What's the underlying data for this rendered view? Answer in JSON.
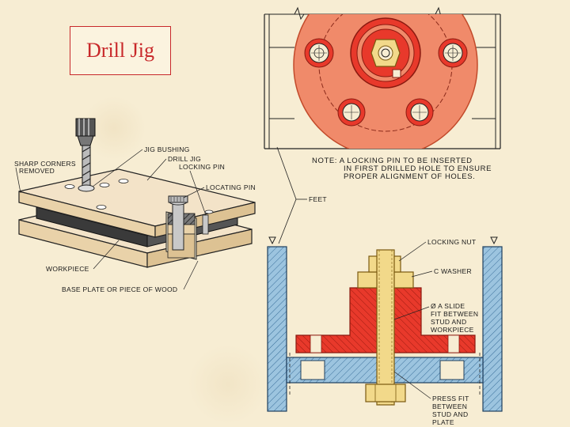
{
  "title": "Drill Jig",
  "colors": {
    "red": "#e8392b",
    "salmon": "#f08a6a",
    "blue": "#9cc4df",
    "yellow": "#f2d98a",
    "title_red": "#c8282a"
  },
  "labels": {
    "jig_bushing": "JIG BUSHING",
    "drill_jig": "DRILL JIG",
    "locking_pin": "LOCKING PIN",
    "sharp_corners_1": "SHARP CORNERS",
    "sharp_corners_2": "REMOVED",
    "locating_pin": "LOCATING PIN",
    "workpiece": "WORKPIECE",
    "base_plate": "BASE PLATE OR PIECE OF WOOD",
    "feet": "FEET",
    "locking_nut": "LOCKING NUT",
    "c_washer": "C WASHER",
    "slide_fit_1": "Ø A SLIDE",
    "slide_fit_2": "FIT BETWEEN",
    "slide_fit_3": "STUD AND",
    "slide_fit_4": "WORKPIECE",
    "press_fit_1": "PRESS FIT",
    "press_fit_2": "BETWEEN",
    "press_fit_3": "STUD AND",
    "press_fit_4": "PLATE"
  },
  "note": {
    "line1": "NOTE:  A LOCKING PIN TO BE INSERTED",
    "line2": "IN FIRST DRILLED HOLE TO ENSURE",
    "line3": "PROPER ALIGNMENT OF HOLES."
  }
}
